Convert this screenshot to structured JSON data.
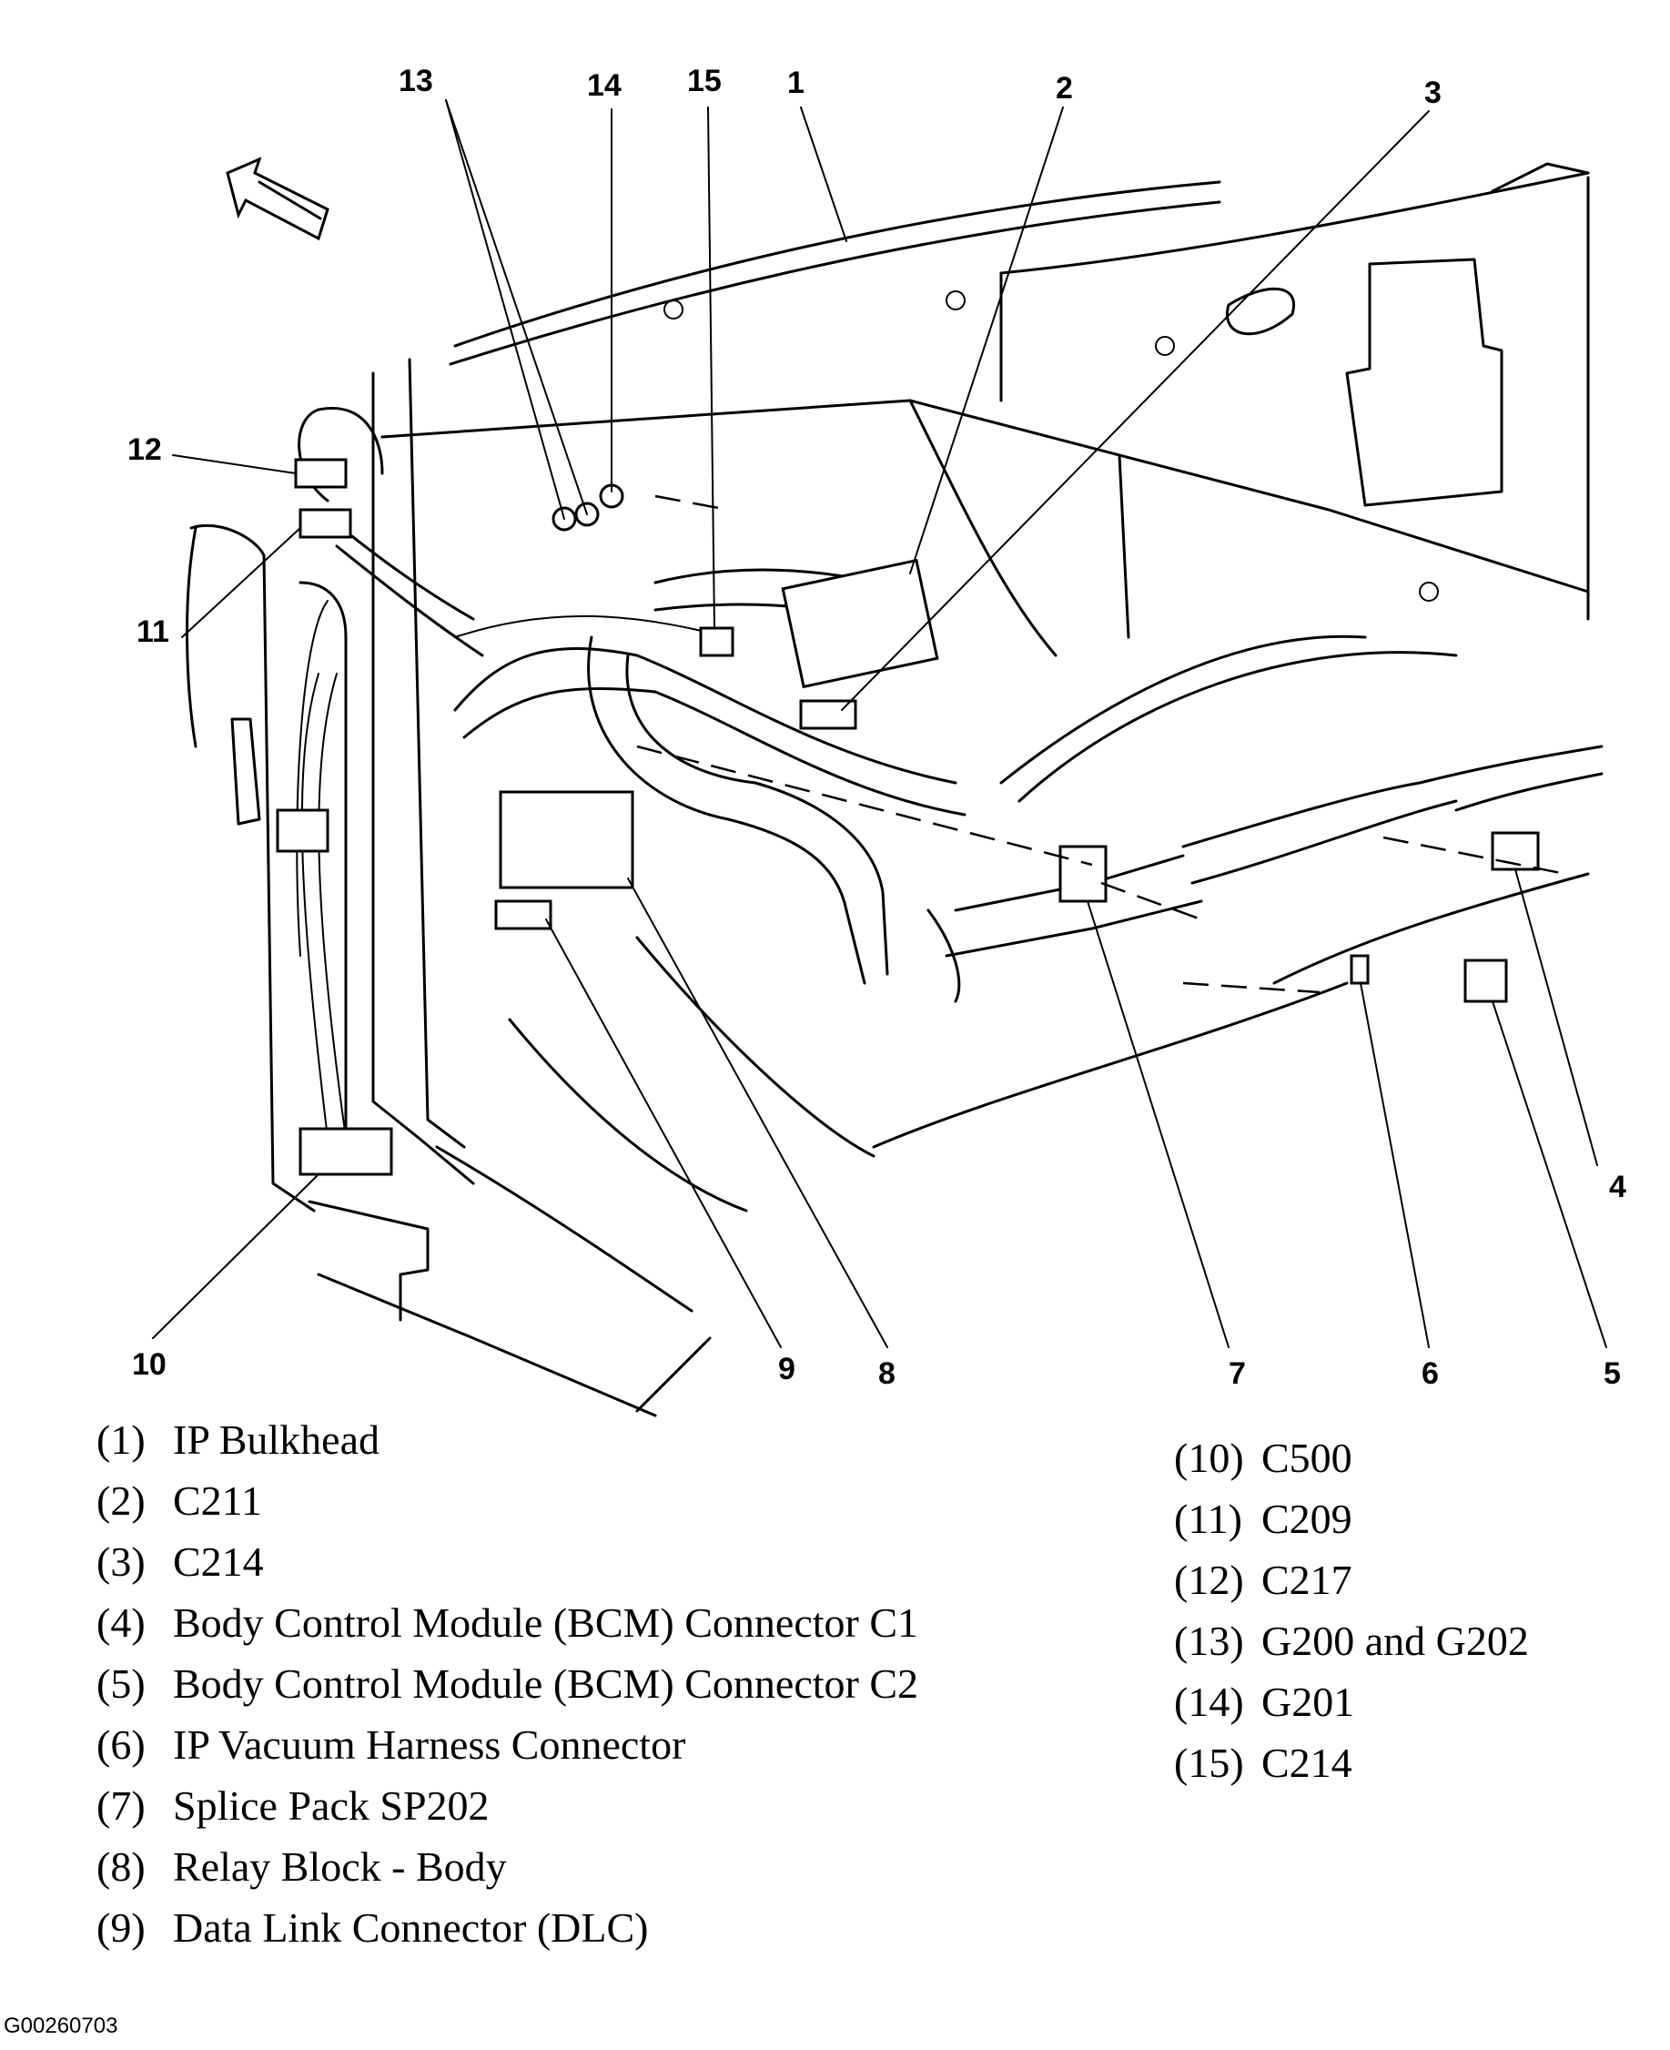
{
  "callouts": [
    "1",
    "2",
    "3",
    "4",
    "5",
    "6",
    "7",
    "8",
    "9",
    "10",
    "11",
    "12",
    "13",
    "14",
    "15"
  ],
  "legend_left": [
    {
      "num": "(1)",
      "text": "IP Bulkhead"
    },
    {
      "num": "(2)",
      "text": "C211"
    },
    {
      "num": "(3)",
      "text": "C214"
    },
    {
      "num": "(4)",
      "text": "Body Control Module (BCM) Connector C1"
    },
    {
      "num": "(5)",
      "text": "Body Control Module (BCM) Connector C2"
    },
    {
      "num": "(6)",
      "text": "IP Vacuum Harness Connector"
    },
    {
      "num": "(7)",
      "text": "Splice Pack SP202"
    },
    {
      "num": "(8)",
      "text": "Relay Block - Body"
    },
    {
      "num": "(9)",
      "text": "Data Link Connector (DLC)"
    }
  ],
  "legend_right": [
    {
      "num": "(10)",
      "text": "C500"
    },
    {
      "num": "(11)",
      "text": "C209"
    },
    {
      "num": "(12)",
      "text": "C217"
    },
    {
      "num": "(13)",
      "text": "G200 and G202"
    },
    {
      "num": "(14)",
      "text": "G201"
    },
    {
      "num": "(15)",
      "text": "C214"
    }
  ],
  "figure_id": "G00260703",
  "icons": {
    "direction_arrow": "forward-arrow-icon"
  }
}
